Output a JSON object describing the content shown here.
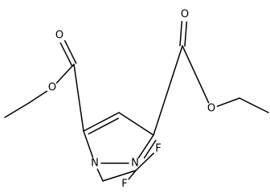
{
  "molecule": {
    "atoms": [
      {
        "id": "O1",
        "symbol": "O"
      },
      {
        "id": "O2",
        "symbol": "O"
      },
      {
        "id": "O3",
        "symbol": "O"
      },
      {
        "id": "O4",
        "symbol": "O"
      },
      {
        "id": "N1",
        "symbol": "N"
      },
      {
        "id": "N2",
        "symbol": "N"
      },
      {
        "id": "F1",
        "symbol": "F"
      },
      {
        "id": "F2",
        "symbol": "F"
      }
    ]
  }
}
